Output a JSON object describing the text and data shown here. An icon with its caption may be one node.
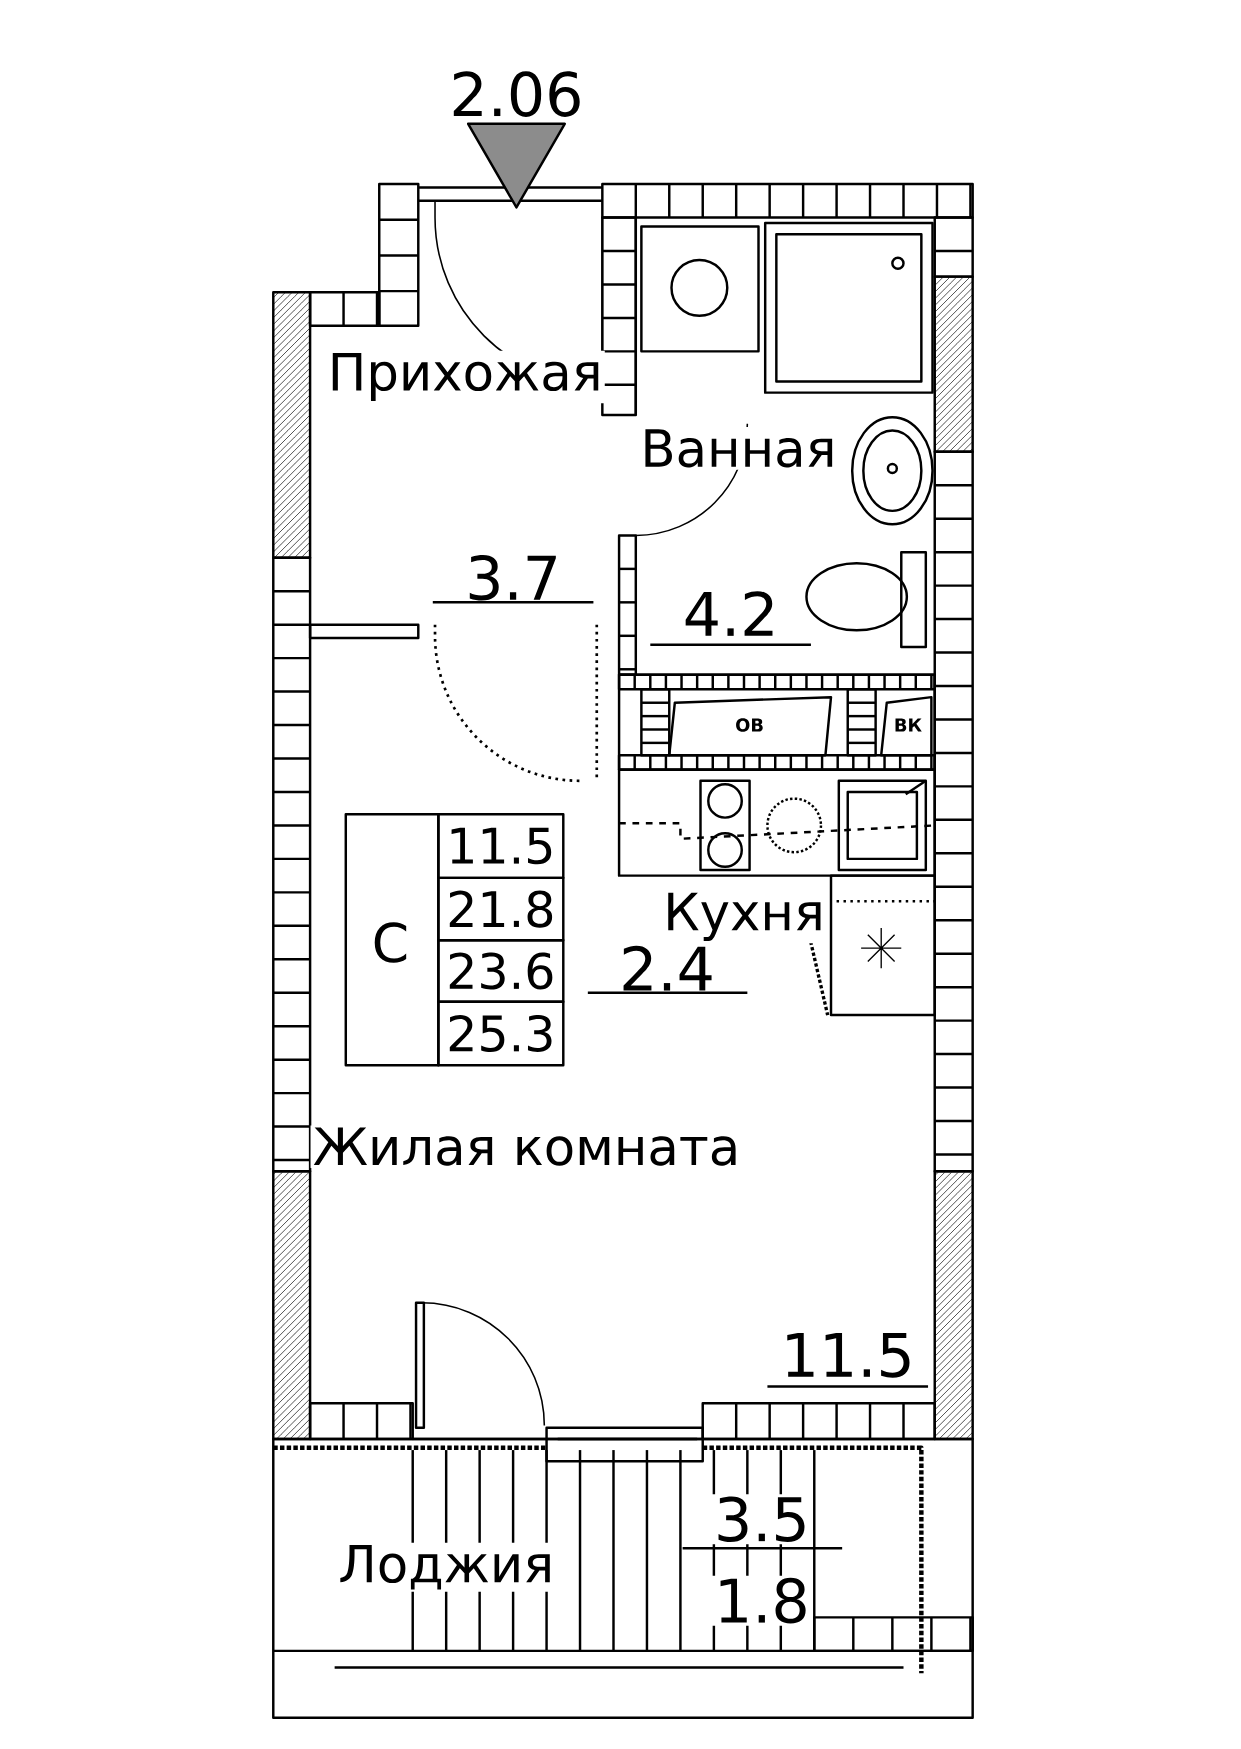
{
  "diagram": {
    "nodes": [
      {
        "text": [
          "2.06"
        ]
      }
    ],
    "labels": [
      "Прихожая",
      "Ванная",
      "3.7",
      "4.2",
      "ОВ",
      "ВК",
      "С",
      "11.5",
      "21.8",
      "23.6",
      "25.3",
      "Кухня",
      "2.4",
      "Жилая комната",
      "11.5",
      "3.5",
      "Лоджия",
      "1.8"
    ]
  }
}
